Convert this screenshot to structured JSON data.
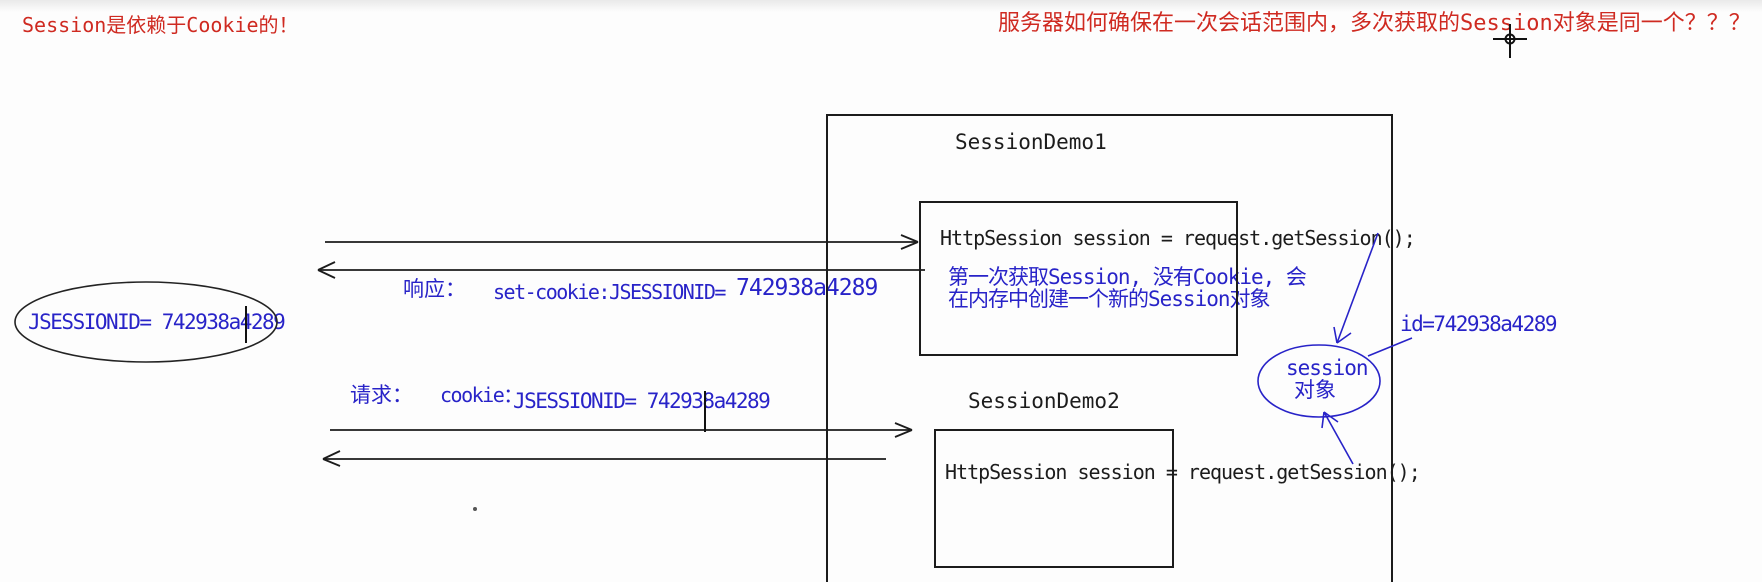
{
  "titles": {
    "left": "Session是依赖于Cookie的！",
    "right": "服务器如何确保在一次会话范围内，多次获取的Session对象是同一个？？？"
  },
  "server": {
    "demo1_label": "SessionDemo1",
    "demo2_label": "SessionDemo2",
    "code1": "HttpSession session = request.getSession();",
    "code2": "HttpSession session = request.getSession();",
    "note_line1": "第一次获取Session, 没有Cookie, 会",
    "note_line2": "在内存中创建一个新的Session对象",
    "session_object": {
      "line1": "session",
      "line2": "对象",
      "id_label": "id=742938a4289"
    }
  },
  "client": {
    "cookie_value": "JSESSIONID= 742938a4289"
  },
  "messages": {
    "response_label": "响应：",
    "response_value_prefix": "set-cookie:JSESSIONID=",
    "response_value_id": "742938a4289",
    "request_label": "请求：",
    "request_value_prefix": "cookie：",
    "request_value": "JSESSIONID= 742938a4289"
  },
  "colors": {
    "title_red": "#cf2a21",
    "annotation_blue": "#2823c8",
    "line_black": "#1c1c1c"
  }
}
